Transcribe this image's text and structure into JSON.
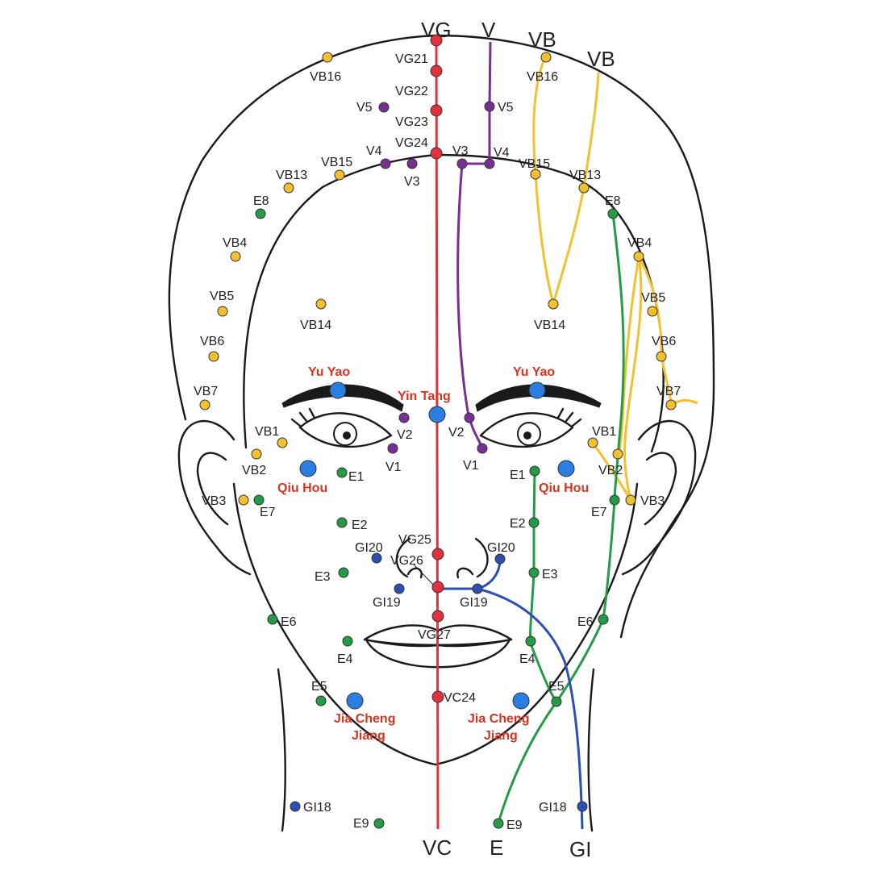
{
  "colors": {
    "vg": "#e0323c",
    "v": "#7b2d96",
    "vb": "#f4c02e",
    "e": "#239c45",
    "gi": "#2b4fb7",
    "extra": "#2a7de1",
    "red_label": "#d8331f"
  },
  "meridians": {
    "vg_top": "VG",
    "v_top": "V",
    "vb_top1": "VB",
    "vb_top2": "VB",
    "vc_bottom": "VC",
    "e_bottom": "E",
    "gi_bottom": "GI"
  },
  "points": {
    "vg21": "VG21",
    "vg22": "VG22",
    "vg23": "VG23",
    "vg24": "VG24",
    "vg25": "VG25",
    "vg26": "VG26",
    "vg27": "VG27",
    "vc24": "VC24",
    "v5_l": "V5",
    "v5_r": "V5",
    "v4_l": "V4",
    "v4_r": "V4",
    "v3_l": "V3",
    "v3_r": "V3",
    "v2_l": "V2",
    "v2_r": "V2",
    "v1_l": "V1",
    "v1_r": "V1",
    "vb16_l": "VB16",
    "vb16_r": "VB16",
    "vb15_l": "VB15",
    "vb15_r": "VB15",
    "vb13_l": "VB13",
    "vb13_r": "VB13",
    "vb14_l": "VB14",
    "vb14_r": "VB14",
    "vb4_l": "VB4",
    "vb4_r": "VB4",
    "vb5_l": "VB5",
    "vb5_r": "VB5",
    "vb6_l": "VB6",
    "vb6_r": "VB6",
    "vb7_l": "VB7",
    "vb7_r": "VB7",
    "vb1_l": "VB1",
    "vb1_r": "VB1",
    "vb2_l": "VB2",
    "vb2_r": "VB2",
    "vb3_l": "VB3",
    "vb3_r": "VB3",
    "e8_l": "E8",
    "e8_r": "E8",
    "e1_l": "E1",
    "e1_r": "E1",
    "e7_l": "E7",
    "e7_r": "E7",
    "e2_l": "E2",
    "e2_r": "E2",
    "e3_l": "E3",
    "e3_r": "E3",
    "e6_l": "E6",
    "e6_r": "E6",
    "e4_l": "E4",
    "e4_r": "E4",
    "e5_l": "E5",
    "e5_r": "E5",
    "e9_l": "E9",
    "e9_r": "E9",
    "gi20_l": "GI20",
    "gi20_r": "GI20",
    "gi19_l": "GI19",
    "gi19_r": "GI19",
    "gi18_l": "GI18",
    "gi18_r": "GI18"
  },
  "extra_points": {
    "yu_yao_l": "Yu Yao",
    "yu_yao_r": "Yu Yao",
    "yin_tang": "Yin Tang",
    "qiu_hou_l": "Qiu Hou",
    "qiu_hou_r": "Qiu Hou",
    "jia_cheng_l_1": "Jia Cheng",
    "jia_cheng_l_2": "Jiang",
    "jia_cheng_r_1": "Jia Cheng",
    "jia_cheng_r_2": "Jiang"
  }
}
